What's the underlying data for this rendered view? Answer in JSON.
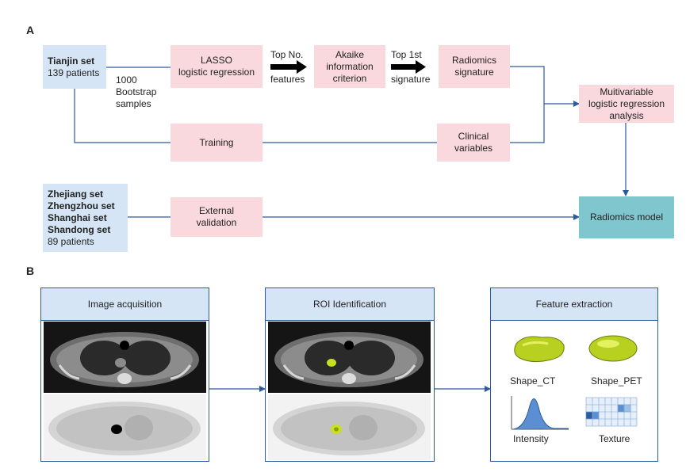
{
  "panels": {
    "a": "A",
    "b": "B"
  },
  "flow": {
    "tianjin": {
      "title": "Tianjin set",
      "patients": "139 patients"
    },
    "bootstrap": [
      "1000",
      "Bootstrap",
      "samples"
    ],
    "lasso": [
      "LASSO",
      "logistic regression"
    ],
    "top_no": [
      "Top No.",
      "features"
    ],
    "aic": [
      "Akaike",
      "information",
      "criterion"
    ],
    "top_1st": [
      "Top 1st",
      "signature"
    ],
    "radiomics_signature": [
      "Radiomics",
      "signature"
    ],
    "multivariable": [
      "Muitivariable",
      "logistic regression",
      "analysis"
    ],
    "training": "Training",
    "clinical": [
      "Clinical",
      "variables"
    ],
    "external_sets": {
      "sets": [
        "Zhejiang set",
        "Zhengzhou set",
        "Shanghai set",
        "Shandong set"
      ],
      "patients": "89 patients"
    },
    "external_validation": [
      "External",
      "validation"
    ],
    "radiomics_model": "Radiomics model"
  },
  "workflow": {
    "image_acquisition": "Image acquisition",
    "roi": "ROI  Identification",
    "feature_extraction": "Feature  extraction",
    "shape_ct": "Shape_CT",
    "shape_pet": "Shape_PET",
    "intensity": "Intensity",
    "texture": "Texture"
  },
  "colors": {
    "blue_box": "#d5e5f5",
    "pink_box": "#f9d9dd",
    "teal_box": "#7fc6ce",
    "connector": "#2c5a9e",
    "roi_green": "#c8e020"
  }
}
